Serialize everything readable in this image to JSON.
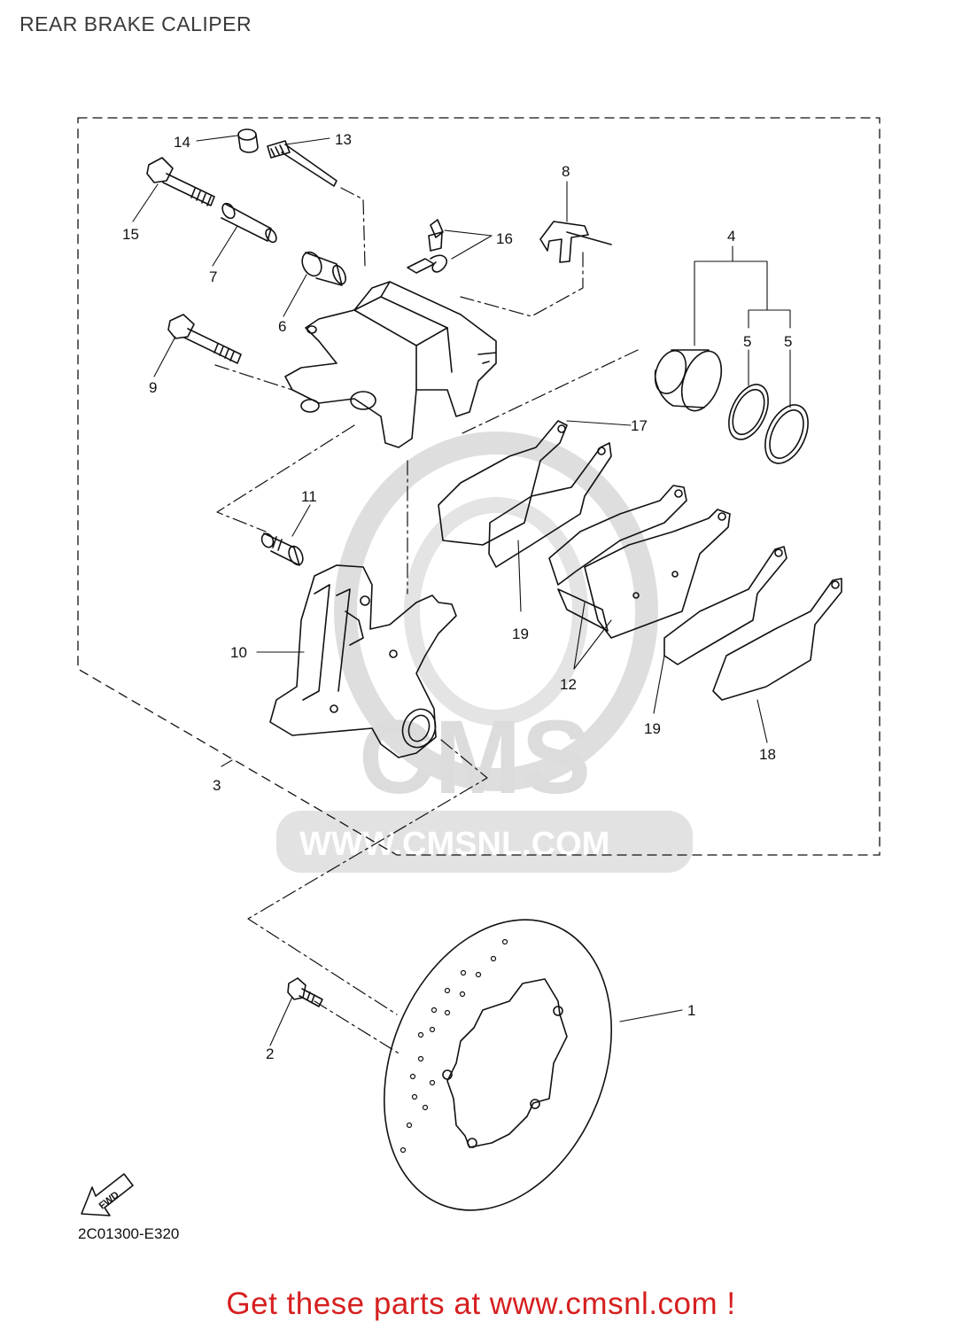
{
  "header": {
    "title": "REAR BRAKE CALIPER"
  },
  "diagram": {
    "code": "2C01300-E320",
    "fwd_label": "FWD",
    "watermark": {
      "brand": "CMS",
      "url": "WWW.CMSNL.COM",
      "color": "#dcdcdc"
    },
    "callouts": [
      "1",
      "2",
      "3",
      "4",
      "5",
      "5",
      "6",
      "7",
      "8",
      "9",
      "10",
      "11",
      "12",
      "13",
      "14",
      "15",
      "16",
      "17",
      "18",
      "19",
      "19"
    ]
  },
  "footer": {
    "promo_text": "Get these parts at www.cmsnl.com !",
    "promo_color": "#d61f1f"
  }
}
